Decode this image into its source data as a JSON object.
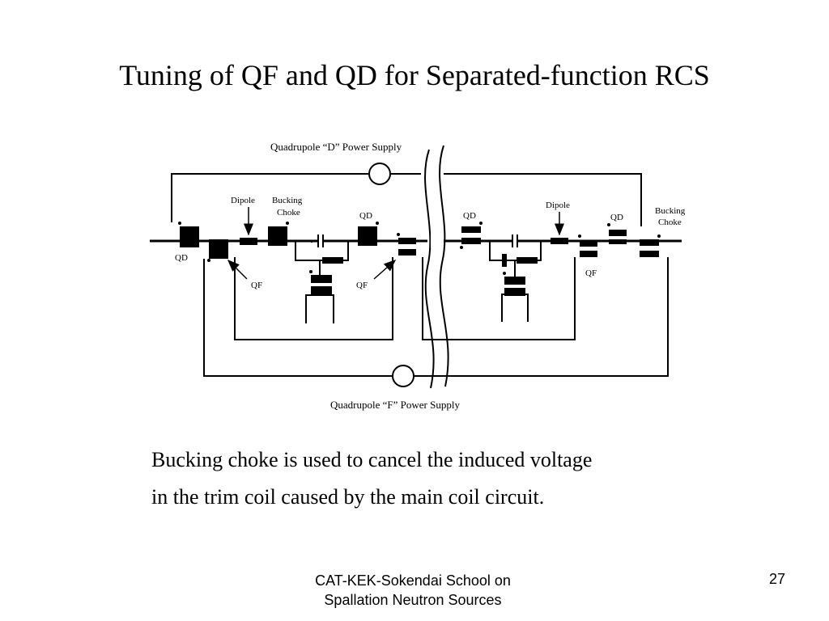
{
  "slide": {
    "title": "Tuning of QF and QD for Separated-function RCS",
    "caption_lines": [
      "Bucking choke is used to cancel the induced voltage",
      "in the trim coil caused by the main coil circuit."
    ],
    "footer_lines": [
      "CAT-KEK-Sokendai School on",
      "Spallation Neutron Sources"
    ],
    "page_number": "27"
  },
  "diagram": {
    "labels": {
      "supply_d": "Quadrupole “D” Power Supply",
      "supply_f": "Quadrupole  “F” Power Supply",
      "qd_left": "QD",
      "qd_mid1": "QD",
      "qd_mid2": "QD",
      "qd_right": "QD",
      "qf_left": "QF",
      "qf_mid": "QF",
      "qf_right": "QF",
      "dipole_left": "Dipole",
      "dipole_right": "Dipole",
      "choke_left_1": "Bucking",
      "choke_left_2": "Choke",
      "choke_right_1": "Bucking",
      "choke_right_2": "Choke"
    }
  }
}
